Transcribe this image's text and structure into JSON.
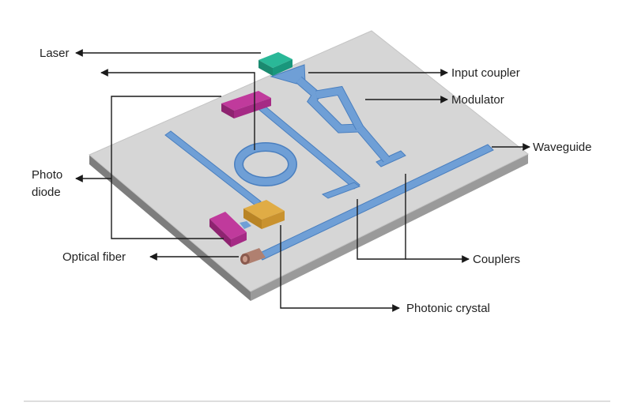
{
  "labels": {
    "laser": "Laser",
    "input_coupler": "Input coupler",
    "modulator": "Modulator",
    "waveguide": "Waveguide",
    "photo_diode_line1": "Photo",
    "photo_diode_line2": "diode",
    "couplers": "Couplers",
    "optical_fiber": "Optical fiber",
    "photonic_crystal": "Photonic crystal"
  },
  "colors": {
    "board_top": "#d6d6d6",
    "board_side": "#8e8e8e",
    "waveguide": "#6f9fd6",
    "laser": "#1fa085",
    "photo_diode": "#b0308f",
    "photonic_crystal": "#d8a238",
    "optical_fiber": "#b08070",
    "divider": "#bdbdbd"
  }
}
